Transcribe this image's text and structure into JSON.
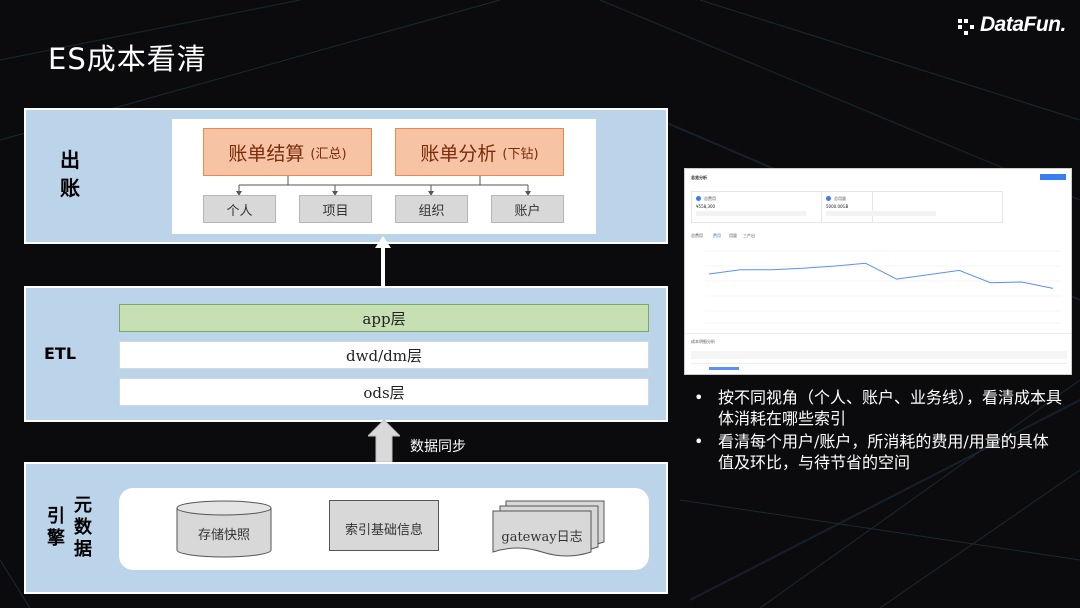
{
  "slide": {
    "title": "ES成本看清",
    "logo": "DataFun."
  },
  "billing": {
    "side_label": "出账",
    "summary_box": {
      "main": "账单结算",
      "sub": "(汇总)"
    },
    "analysis_box": {
      "main": "账单分析",
      "sub": "(下钻)"
    },
    "dimensions": [
      "个人",
      "项目",
      "组织",
      "账户"
    ]
  },
  "etl": {
    "side_label": "ETL",
    "layers": [
      "app层",
      "dwd/dm层",
      "ods层"
    ]
  },
  "sync": {
    "label": "数据同步"
  },
  "metadata": {
    "side_label_left": "引擎",
    "side_label_right": "元数据",
    "sources": [
      "存储快照",
      "索引基础信息",
      "gateway日志"
    ]
  },
  "bullets": [
    "按不同视角（个人、账户、业务线），看清成本具体消耗在哪些索引",
    "看清每个用户/账户，所消耗的费用/用量的具体值及环比，与待节省的空间"
  ],
  "thumbnail": {
    "title": "总览分析",
    "card1_title": "总费用",
    "card1_value": "¥558,300",
    "card2_title": "总用量",
    "card2_value": "5000.00GB",
    "tabs": [
      "总费用",
      "费用",
      "用量",
      "三产出"
    ],
    "table_title": "成本明细分析",
    "line_values": [
      68,
      74,
      74,
      76,
      79,
      83,
      61,
      67,
      73,
      56,
      57,
      48
    ]
  },
  "colors": {
    "panel": "#bcd4ea",
    "orange": "#f6c3a4",
    "green_layer": "#c6e0b4",
    "gray": "#d8d8d8"
  }
}
